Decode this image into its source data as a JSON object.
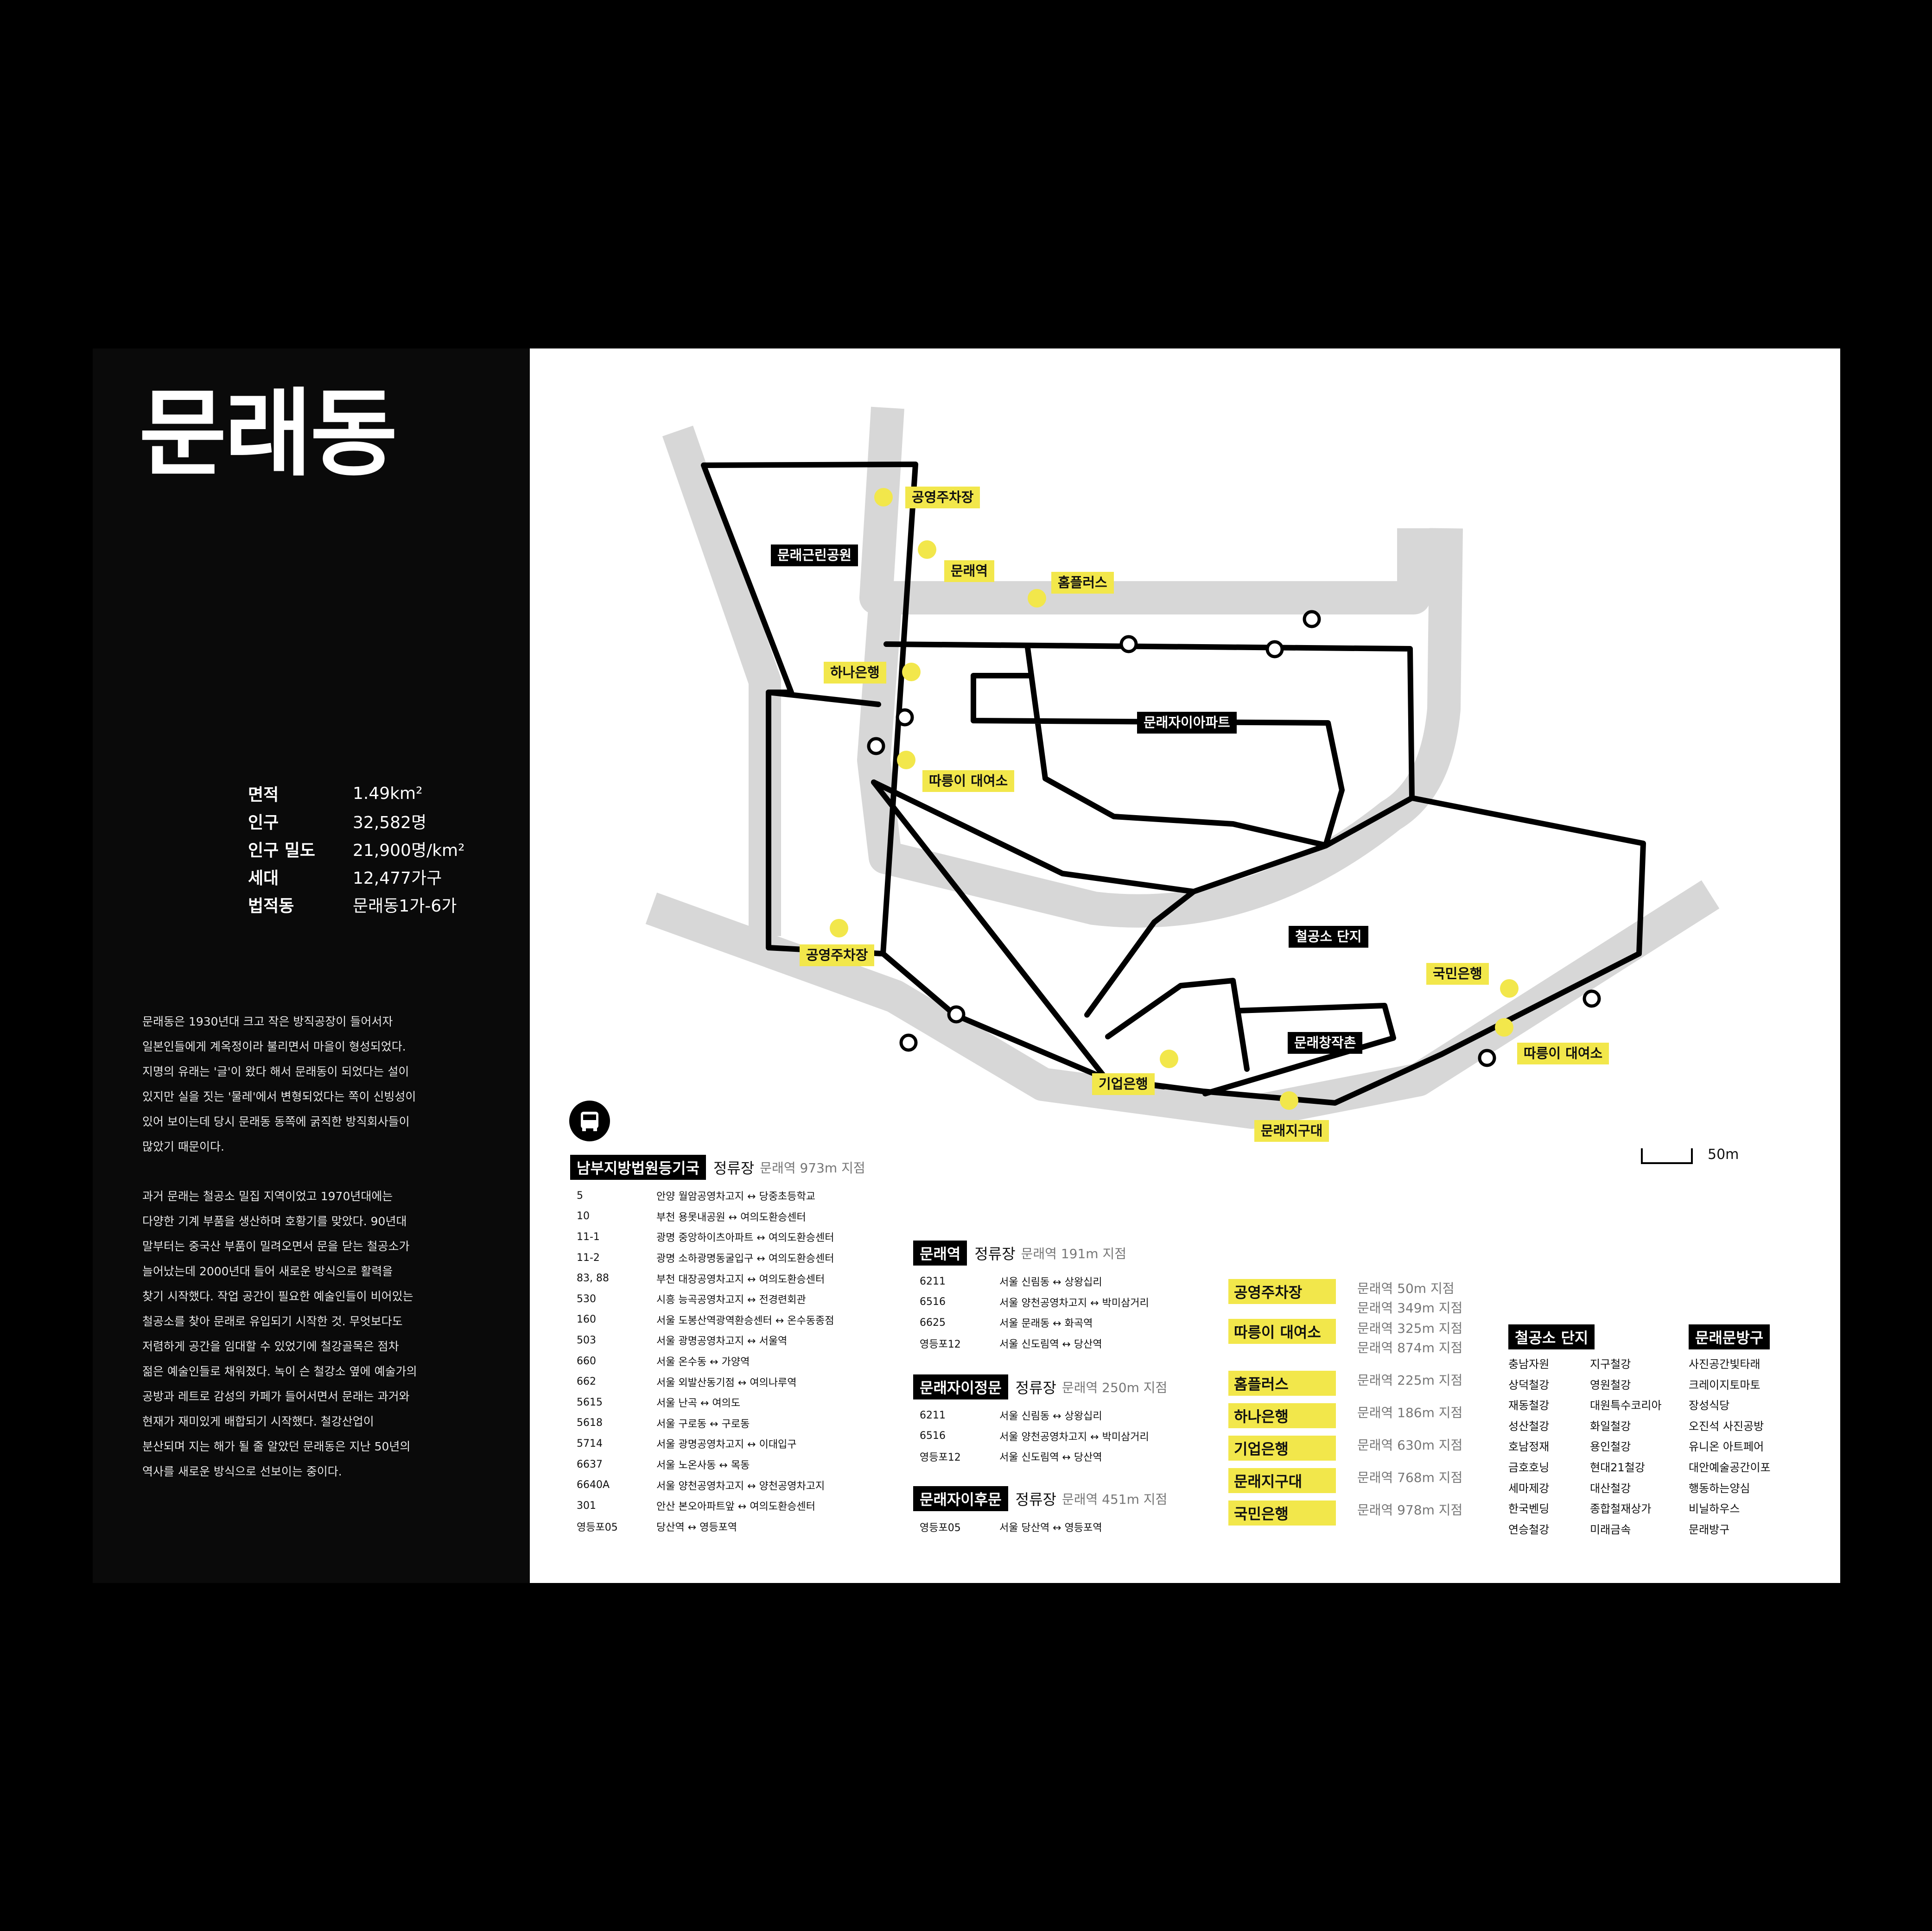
{
  "title": "문래동",
  "stats": [
    {
      "label": "면적",
      "value": "1.49km²"
    },
    {
      "label": "인구",
      "value": "32,582명"
    },
    {
      "label": "인구 밀도",
      "value": "21,900명/km²"
    },
    {
      "label": "세대",
      "value": "12,477가구"
    },
    {
      "label": "법적동",
      "value": "문래동1가-6가"
    }
  ],
  "paragraph1": [
    "문래동은 1930년대 크고 작은 방직공장이 들어서자",
    "일본인들에게 계옥정이라 불리면서 마을이 형성되었다.",
    "지명의 유래는 '글'이 왔다 해서 문래동이 되었다는 설이",
    "있지만 실을 짓는 '물레'에서 변형되었다는 쪽이 신빙성이",
    "있어 보이는데 당시 문래동 동쪽에 굵직한 방직회사들이",
    "많았기 때문이다."
  ],
  "paragraph2": [
    "과거 문래는 철공소 밀집 지역이었고 1970년대에는",
    "다양한 기계 부품을 생산하며 호황기를 맞았다. 90년대",
    "말부터는 중국산 부품이 밀려오면서 문을 닫는 철공소가",
    "늘어났는데 2000년대 들어 새로운 방식으로 활력을",
    "찾기 시작했다. 작업 공간이 필요한 예술인들이 비어있는",
    "철공소를 찾아 문래로 유입되기 시작한 것. 무엇보다도",
    "저렴하게 공간을 임대할 수 있었기에 철강골목은 점차",
    "젊은 예술인들로 채워졌다. 녹이 슨 철강소 옆에 예술가의",
    "공방과 레트로 감성의 카페가 들어서면서 문래는 과거와",
    "현재가 재미있게 배합되기 시작했다. 철강산업이",
    "분산되며 지는 해가 될 줄 알았던 문래동은 지난 50년의",
    "역사를 새로운 방식으로 선보이는 중이다."
  ],
  "map_labels": {
    "parking1": "공영주차장",
    "station": "문래역",
    "homeplus": "홈플러스",
    "park": "문래근린공원",
    "hana": "하나은행",
    "apartment": "문래자이아파트",
    "bike1": "따릉이 대여소",
    "parking2": "공영주차장",
    "steel": "철공소 단지",
    "kookmin": "국민은행",
    "changjak": "문래창작촌",
    "bike2": "따릉이 대여소",
    "ibk": "기업은행",
    "district": "문래지구대",
    "scale": "50m"
  },
  "stop_main": {
    "name": "남부지방법원등기국",
    "type": "정류장",
    "dist": "문래역 973m 지점",
    "routes": [
      {
        "num": "5",
        "desc": "안양 월암공영차고지 ↔ 당중초등학교"
      },
      {
        "num": "10",
        "desc": "부천 용못내공원 ↔ 여의도환승센터"
      },
      {
        "num": "11-1",
        "desc": "광명 중앙하이츠아파트 ↔ 여의도환승센터"
      },
      {
        "num": "11-2",
        "desc": "광명 소하광명동굴입구 ↔ 여의도환승센터"
      },
      {
        "num": "83, 88",
        "desc": "부천 대장공영차고지 ↔ 여의도환승센터"
      },
      {
        "num": "530",
        "desc": "시흥 능곡공영차고지 ↔ 전경련회관"
      },
      {
        "num": "160",
        "desc": "서울 도봉산역광역환승센터 ↔ 온수동종점"
      },
      {
        "num": "503",
        "desc": "서울 광명공영차고지 ↔ 서울역"
      },
      {
        "num": "660",
        "desc": "서울 온수동 ↔ 가양역"
      },
      {
        "num": "662",
        "desc": "서울 외발산동기점 ↔ 여의나루역"
      },
      {
        "num": "5615",
        "desc": "서울 난곡 ↔ 여의도"
      },
      {
        "num": "5618",
        "desc": "서울 구로동 ↔ 구로동"
      },
      {
        "num": "5714",
        "desc": "서울 광명공영차고지 ↔ 이대입구"
      },
      {
        "num": "6637",
        "desc": "서울 노온사동 ↔ 목동"
      },
      {
        "num": "6640A",
        "desc": "서울 양천공영차고지 ↔ 양천공영차고지"
      },
      {
        "num": "301",
        "desc": "안산 본오아파트앞 ↔ 여의도환승센터"
      },
      {
        "num": "영등포05",
        "desc": "당산역 ↔ 영등포역"
      }
    ]
  },
  "stop_station": {
    "name": "문래역",
    "type": "정류장",
    "dist": "문래역 191m 지점",
    "routes": [
      {
        "num": "6211",
        "desc": "서울 신림동 ↔ 상왕십리"
      },
      {
        "num": "6516",
        "desc": "서울 양천공영차고지 ↔ 박미삼거리"
      },
      {
        "num": "6625",
        "desc": "서울 문래동 ↔ 화곡역"
      },
      {
        "num": "영등포12",
        "desc": "서울 신도림역 ↔ 당산역"
      }
    ]
  },
  "stop_gate": {
    "name": "문래자이정문",
    "type": "정류장",
    "dist": "문래역 250m 지점",
    "routes": [
      {
        "num": "6211",
        "desc": "서울 신림동 ↔ 상왕십리"
      },
      {
        "num": "6516",
        "desc": "서울 양천공영차고지 ↔ 박미삼거리"
      },
      {
        "num": "영등포12",
        "desc": "서울 신도림역 ↔ 당산역"
      }
    ]
  },
  "stop_back": {
    "name": "문래자이후문",
    "type": "정류장",
    "dist": "문래역 451m 지점",
    "routes": [
      {
        "num": "영등포05",
        "desc": "서울 당산역 ↔ 영등포역"
      }
    ]
  },
  "pois": [
    {
      "name": "공영주차장",
      "dist": [
        "문래역 50m 지점",
        "문래역 349m 지점"
      ]
    },
    {
      "name": "따릉이 대여소",
      "dist": [
        "문래역 325m 지점",
        "문래역 874m 지점"
      ]
    },
    {
      "name": "홈플러스",
      "dist": [
        "문래역 225m 지점"
      ]
    },
    {
      "name": "하나은행",
      "dist": [
        "문래역 186m 지점"
      ]
    },
    {
      "name": "기업은행",
      "dist": [
        "문래역 630m 지점"
      ]
    },
    {
      "name": "문래지구대",
      "dist": [
        "문래역 768m 지점"
      ]
    },
    {
      "name": "국민은행",
      "dist": [
        "문래역 978m 지점"
      ]
    }
  ],
  "steel_complex": {
    "title": "철공소 단지",
    "col1": [
      "충남자원",
      "상덕철강",
      "재동철강",
      "성산철강",
      "호남정재",
      "금호호닝",
      "세마제강",
      "한국벤딩",
      "연승철강"
    ],
    "col2": [
      "지구철강",
      "영원철강",
      "대원특수코리아",
      "화일철강",
      "용인철강",
      "현대21철강",
      "대산철강",
      "종합철재상가",
      "미래금속"
    ]
  },
  "art_visit": {
    "title": "문래문방구",
    "items": [
      "사진공간빛타래",
      "크레이지토마토",
      "장성식당",
      "오진석 사진공방",
      "유니온 아트페어",
      "대안예술공간이포",
      "행동하는양심",
      "비닐하우스",
      "문래방구"
    ]
  }
}
